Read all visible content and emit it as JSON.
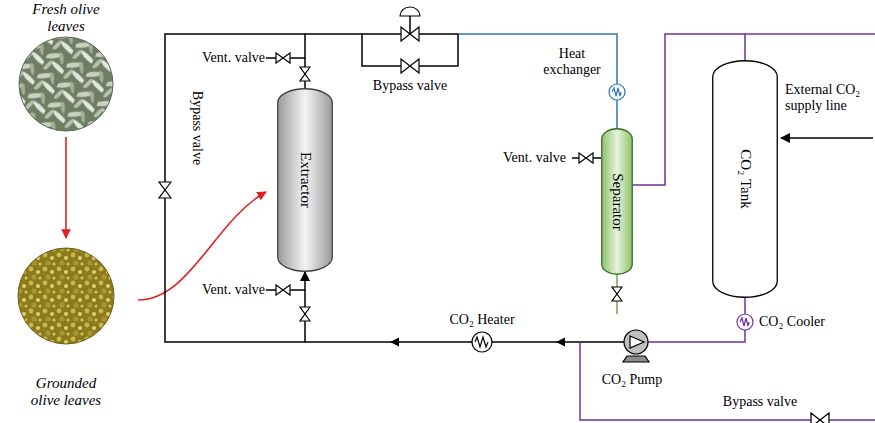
{
  "diagram": {
    "nodes": [
      {
        "text": [
          "Extractor"
        ]
      },
      {
        "text": [
          "Separator"
        ]
      },
      {
        "text": [
          "CO₂ Tank"
        ]
      }
    ],
    "edges": [
      {
        "from": 0,
        "to": 1,
        "arrow": "none"
      },
      {
        "from": 1,
        "to": 2,
        "arrow": "none"
      },
      {
        "from": 2,
        "to": 0,
        "arrow": "to"
      }
    ],
    "labels": [
      "Fresh olive leaves",
      "Grounded olive leaves",
      "Vent. valve",
      "Vent. valve",
      "Bypass valve",
      "Bypass valve",
      "Heat exchanger",
      "Vent. valve",
      "External CO₂ supply line",
      "CO₂ Heater",
      "CO₂ Pump",
      "CO₂ Cooler",
      "Bypass valve"
    ]
  }
}
